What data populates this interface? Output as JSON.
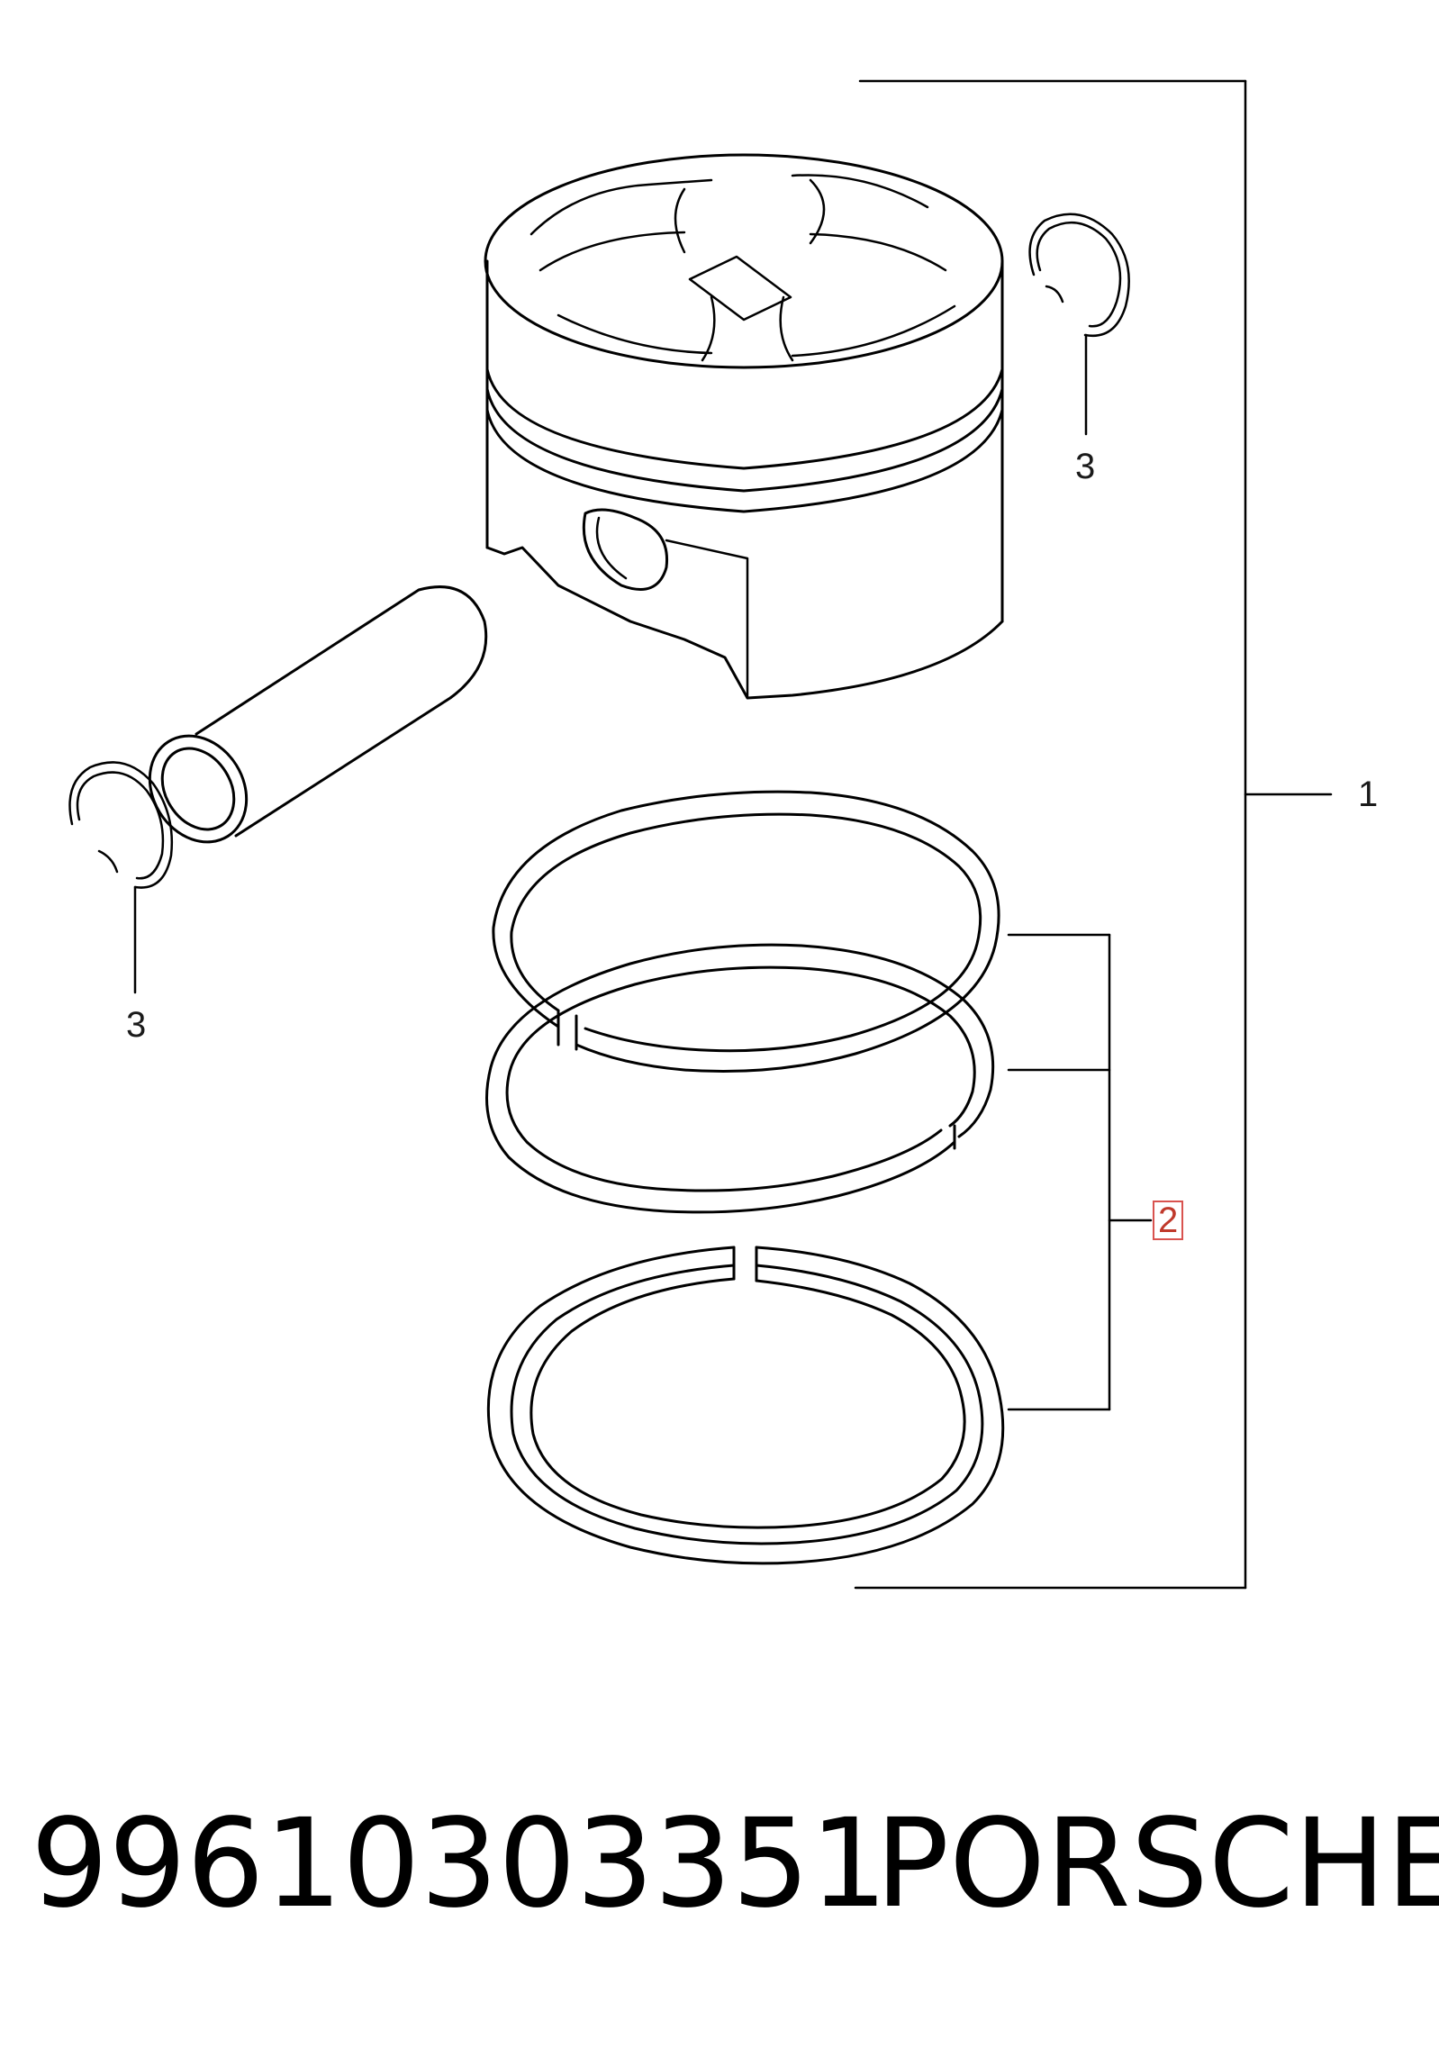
{
  "diagram": {
    "callouts": {
      "assembly": "1",
      "rings": "2",
      "circlip_right": "3",
      "circlip_left": "3"
    }
  },
  "caption": {
    "part_number": "99610303351",
    "brand": "PORSCHE"
  },
  "colors": {
    "line": "#000000",
    "highlight": "#d9534f"
  }
}
